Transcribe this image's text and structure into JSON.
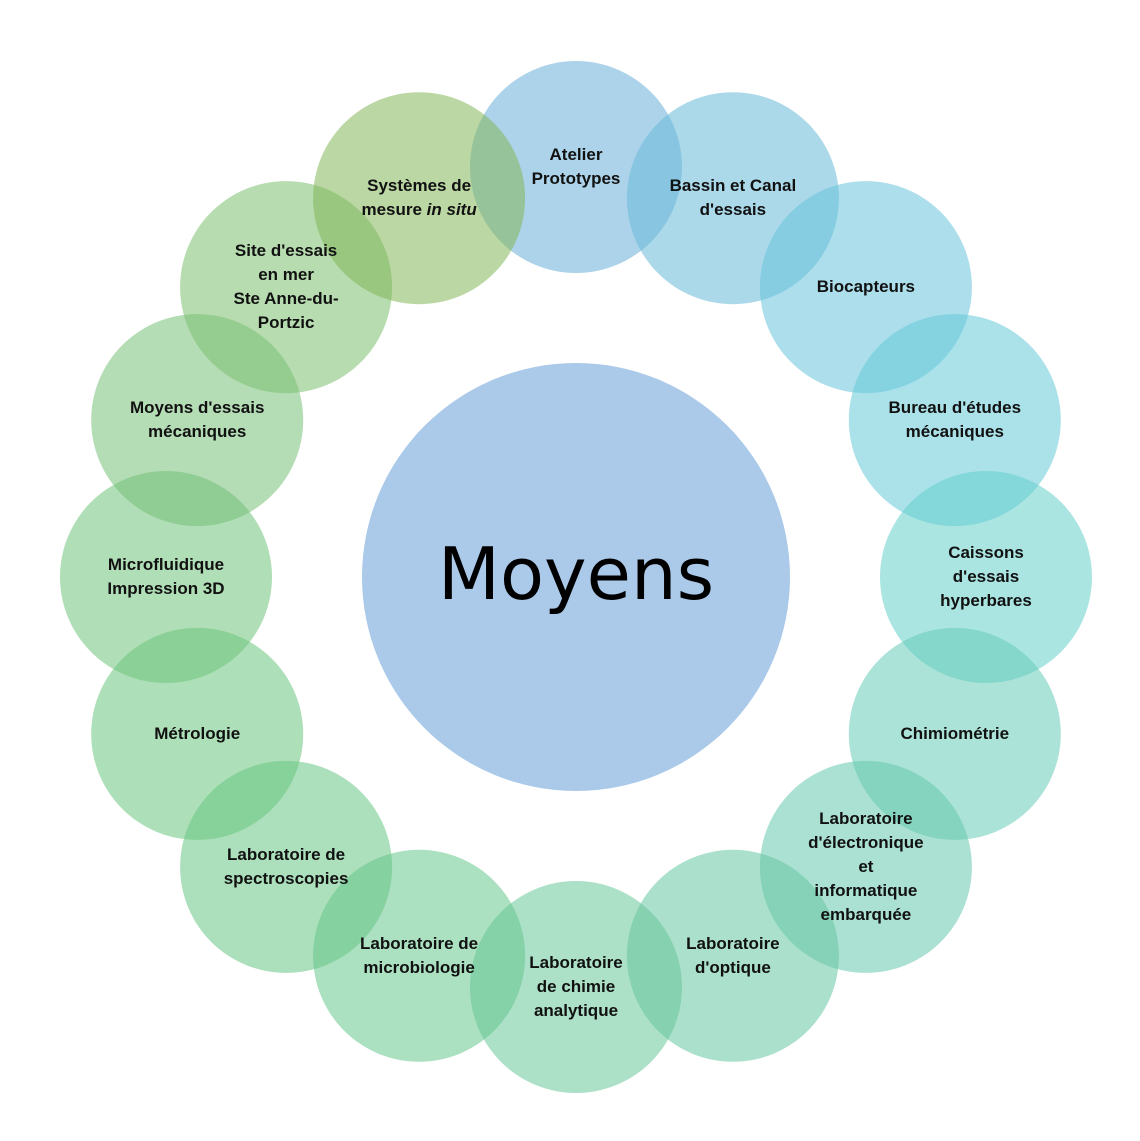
{
  "center": {
    "label": "Moyens",
    "color": "#abc9e9"
  },
  "nodes": [
    {
      "id": "atelier-prototypes",
      "color": "#6aaed8",
      "lines": [
        [
          {
            "t": "Atelier"
          }
        ],
        [
          {
            "t": "Prototypes"
          }
        ]
      ]
    },
    {
      "id": "bassin-canal",
      "color": "#68b9d8",
      "lines": [
        [
          {
            "t": "Bassin et Canal"
          }
        ],
        [
          {
            "t": "d'essais"
          }
        ]
      ]
    },
    {
      "id": "biocapteurs",
      "color": "#67c2da",
      "lines": [
        [
          {
            "t": "Biocapteurs"
          }
        ]
      ]
    },
    {
      "id": "bureau-etudes",
      "color": "#66cad8",
      "lines": [
        [
          {
            "t": "Bureau d'études"
          }
        ],
        [
          {
            "t": "mécaniques"
          }
        ]
      ]
    },
    {
      "id": "caissons",
      "color": "#66cfca",
      "lines": [
        [
          {
            "t": "Caissons"
          }
        ],
        [
          {
            "t": "d'essais"
          }
        ],
        [
          {
            "t": "hyperbares"
          }
        ]
      ]
    },
    {
      "id": "chimiometrie",
      "color": "#66ccb8",
      "lines": [
        [
          {
            "t": "Chimiométrie"
          }
        ]
      ]
    },
    {
      "id": "labo-electronique",
      "color": "#66c9ad",
      "lines": [
        [
          {
            "t": "Laboratoire"
          }
        ],
        [
          {
            "t": "d'électronique"
          }
        ],
        [
          {
            "t": "et"
          }
        ],
        [
          {
            "t": "informatique"
          }
        ],
        [
          {
            "t": "embarquée"
          }
        ]
      ]
    },
    {
      "id": "labo-optique",
      "color": "#66c7a3",
      "lines": [
        [
          {
            "t": "Laboratoire"
          }
        ],
        [
          {
            "t": "d'optique"
          }
        ]
      ]
    },
    {
      "id": "labo-chimie",
      "color": "#67c799",
      "lines": [
        [
          {
            "t": "Laboratoire"
          }
        ],
        [
          {
            "t": "de chimie"
          }
        ],
        [
          {
            "t": "analytique"
          }
        ]
      ]
    },
    {
      "id": "labo-microbiologie",
      "color": "#66c68e",
      "lines": [
        [
          {
            "t": "Laboratoire de"
          }
        ],
        [
          {
            "t": "microbiologie"
          }
        ]
      ]
    },
    {
      "id": "labo-spectroscopies",
      "color": "#67c585",
      "lines": [
        [
          {
            "t": "Laboratoire de"
          }
        ],
        [
          {
            "t": "spectroscopies"
          }
        ]
      ]
    },
    {
      "id": "metrologie",
      "color": "#6ac47d",
      "lines": [
        [
          {
            "t": "Métrologie"
          }
        ]
      ]
    },
    {
      "id": "microfluidique",
      "color": "#6fc27a",
      "lines": [
        [
          {
            "t": "Microfluidique"
          }
        ],
        [
          {
            "t": "Impression 3D"
          }
        ]
      ]
    },
    {
      "id": "moyens-essais-mecaniques",
      "color": "#76c078",
      "lines": [
        [
          {
            "t": "Moyens d'essais"
          }
        ],
        [
          {
            "t": "mécaniques"
          }
        ]
      ]
    },
    {
      "id": "site-essais-mer",
      "color": "#7cbf70",
      "lines": [
        [
          {
            "t": "Site d'essais"
          }
        ],
        [
          {
            "t": "en mer"
          }
        ],
        [
          {
            "t": "Ste Anne-du-"
          }
        ],
        [
          {
            "t": "Portzic"
          }
        ]
      ]
    },
    {
      "id": "systemes-mesure",
      "color": "#84b758",
      "lines": [
        [
          {
            "t": "Systèmes de"
          }
        ],
        [
          {
            "t": "mesure "
          },
          {
            "t": "in situ",
            "i": true
          }
        ]
      ]
    }
  ]
}
